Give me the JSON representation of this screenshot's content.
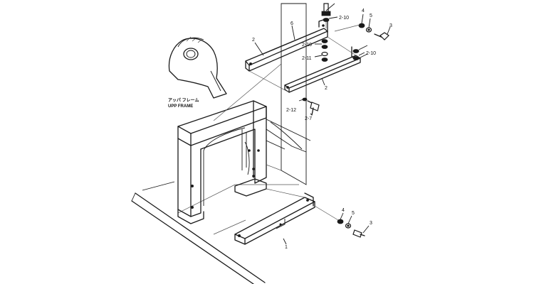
{
  "frame_label": {
    "jp": "アッパ フレーム",
    "en": "UPP FRAME"
  },
  "callouts": {
    "top_bolt": "2-10",
    "washer_4_top": "4",
    "washer_5_top": "5",
    "bolt_3_top": "3",
    "bracket_2_left": "2",
    "part_6": "6",
    "washer_left_2_10": "2-10",
    "washer_2_11": "2-11",
    "washer_right_2_10": "2-10",
    "bracket_2_lower": "2",
    "washer_2_12": "2-12",
    "bolt_2_7": "2-7",
    "bracket_1": "1",
    "washer_4_bottom": "4",
    "washer_5_bottom": "5",
    "bolt_3_bottom": "3"
  }
}
